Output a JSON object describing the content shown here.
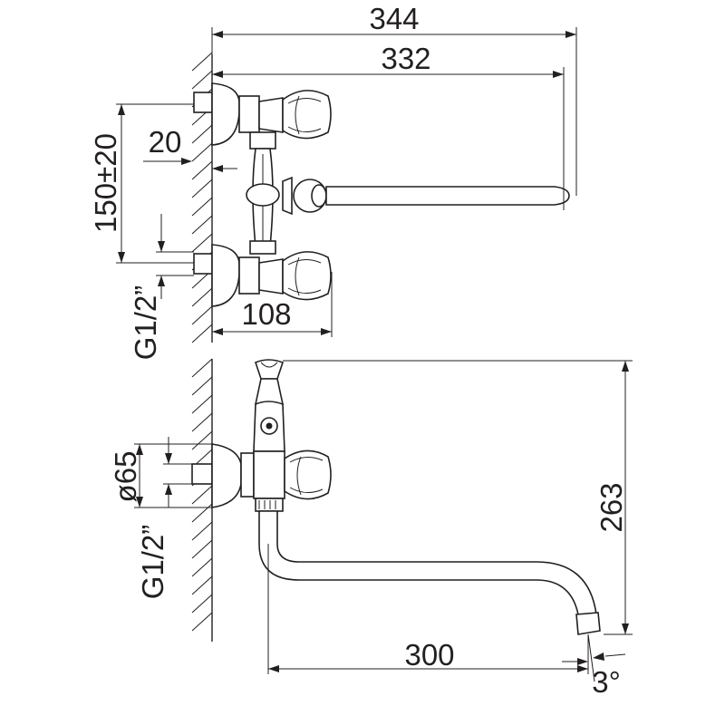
{
  "labels": {
    "overall_length": "344",
    "spout_reach_top": "332",
    "center_distance": "150±20",
    "eccentric_offset": "20",
    "thread_top": "G1/2”",
    "body_depth": "108",
    "flange_diameter": "ø65",
    "thread_bottom": "G1/2”",
    "height": "263",
    "spout_reach_bottom": "300",
    "spout_angle": "3°"
  },
  "colors": {
    "line": "#231f20",
    "background": "#ffffff"
  }
}
